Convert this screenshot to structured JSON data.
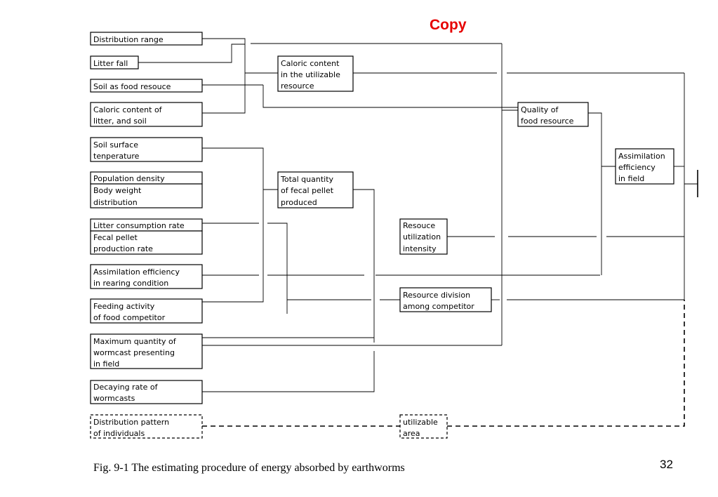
{
  "header": {
    "watermark": "Copy"
  },
  "boxes": {
    "distribution_range": [
      "Distribution range"
    ],
    "litter_fall": [
      "Litter fall"
    ],
    "soil_food": [
      "Soil as food resouce"
    ],
    "caloric_litter": [
      "Caloric content of",
      "litter, and soil"
    ],
    "soil_temp": [
      "Soil surface",
      "tenperature"
    ],
    "pop_density": [
      "Population density"
    ],
    "body_weight": [
      "Body weight",
      "distribution"
    ],
    "litter_rate": [
      "Litter consumption rate"
    ],
    "fecal_rate": [
      "Fecal pellet",
      "production rate"
    ],
    "assim_rearing": [
      "Assimilation efficiency",
      "in rearing condition"
    ],
    "feeding_activity": [
      "Feeding activity",
      "of food competitor"
    ],
    "max_wormcast": [
      "Maximum quantity of",
      "wormcast presenting",
      "in field"
    ],
    "decaying_rate": [
      "Decaying rate of",
      "wormcasts"
    ],
    "distribution_pattern": [
      "Distribution pattern",
      "of individuals"
    ],
    "caloric_utilizable": [
      "Caloric content",
      "in the utilizable",
      "resource"
    ],
    "total_fecal": [
      "Total quantity",
      "of fecal pellet",
      "produced"
    ],
    "utilization_intensity": [
      "Resouce",
      "utilization",
      "intensity"
    ],
    "resource_division": [
      "Resource division",
      "among competitor"
    ],
    "utilizable_area": [
      "utilizable",
      "area"
    ],
    "quality_food": [
      "Quality of",
      "food resource"
    ],
    "assim_field": [
      "Assimilation",
      "efficiency",
      "in field"
    ]
  },
  "caption": "Fig. 9-1 The estimating procedure of energy absorbed by earthworms",
  "page_number": "32"
}
